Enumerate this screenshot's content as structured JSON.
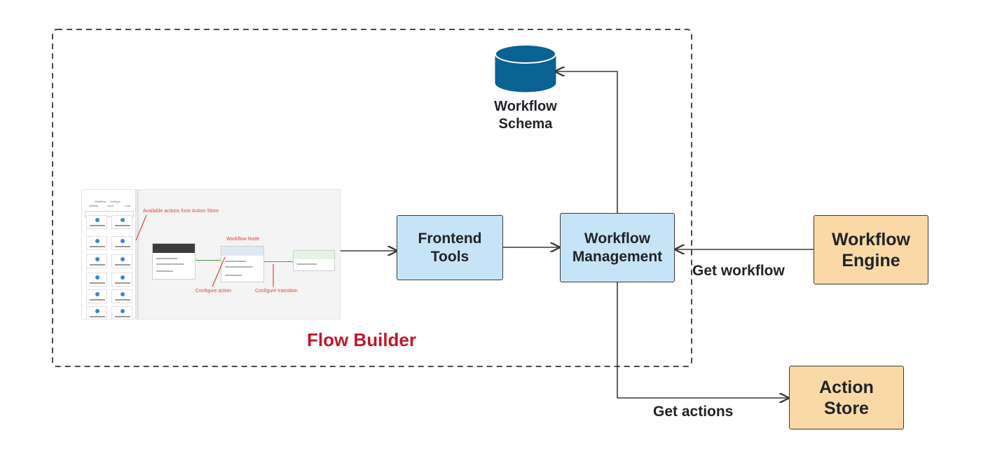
{
  "diagram": {
    "frame_label": "Flow Builder",
    "nodes": {
      "frontend_tools": {
        "line1": "Frontend",
        "line2": "Tools"
      },
      "workflow_management": {
        "line1": "Workflow",
        "line2": "Management"
      },
      "workflow_engine": {
        "line1": "Workflow",
        "line2": "Engine"
      },
      "action_store": {
        "line1": "Action",
        "line2": "Store"
      },
      "workflow_schema": {
        "line1": "Workflow",
        "line2": "Schema"
      }
    },
    "edge_labels": {
      "get_workflow": "Get workflow",
      "get_actions": "Get actions"
    },
    "screenshot": {
      "tab_workflow": "Workflow",
      "tab_settings": "Settings",
      "subtab_actions": "Actions",
      "subtab_input": "Input",
      "subtab_logic": "Logic",
      "annotation_actions": "Available actions from Action Store",
      "annotation_node": "Workflow Node",
      "annotation_configure_action": "Configure action",
      "annotation_configure_transition": "Configure transition"
    },
    "colors": {
      "blue_node": "#c6e4f7",
      "orange_node": "#fbd9a6",
      "database": "#0a6193",
      "frame_label": "#c0182a",
      "annotation": "#e0453a"
    }
  }
}
